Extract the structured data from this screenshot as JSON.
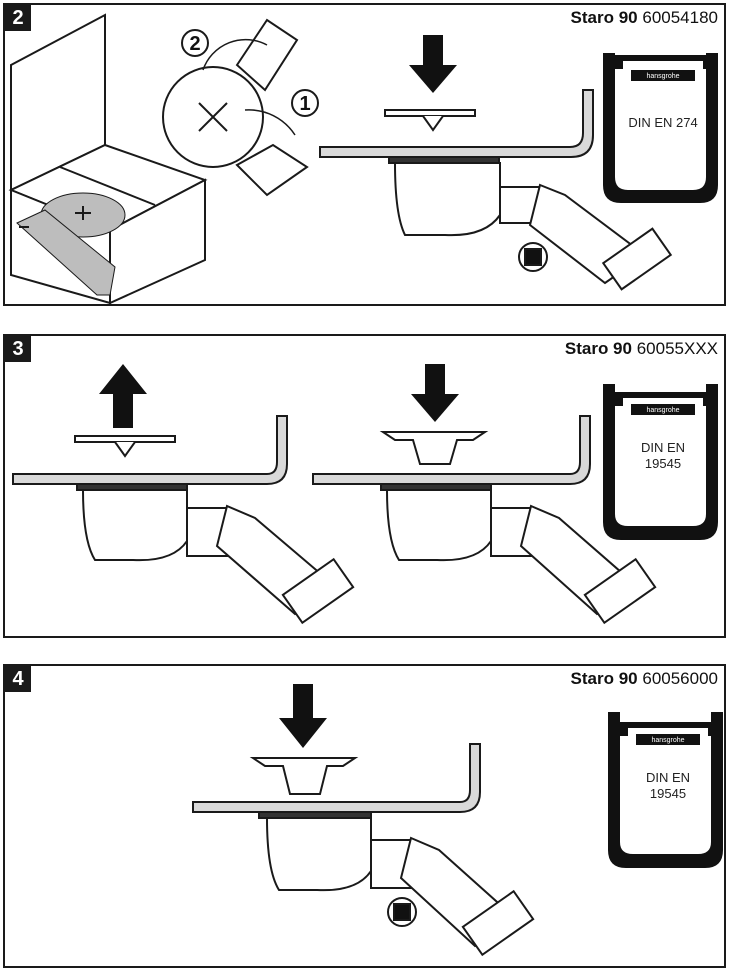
{
  "panels": [
    {
      "step": "2",
      "brand": "Staro 90",
      "code": "60054180",
      "cert_logo": "hansgrohe",
      "cert_line1": "DIN EN 274",
      "cert_line2": "",
      "callouts": [
        "2",
        "1"
      ]
    },
    {
      "step": "3",
      "brand": "Staro 90",
      "code": "60055XXX",
      "cert_logo": "hansgrohe",
      "cert_line1": "DIN EN",
      "cert_line2": "19545"
    },
    {
      "step": "4",
      "brand": "Staro 90",
      "code": "60056000",
      "cert_logo": "hansgrohe",
      "cert_line1": "DIN EN",
      "cert_line2": "19545"
    }
  ],
  "icons": [
    "arrow-down-icon",
    "arrow-up-icon",
    "drain-trap-icon",
    "certification-mark-icon",
    "shower-tray-box-icon",
    "seal-cut-icon"
  ]
}
